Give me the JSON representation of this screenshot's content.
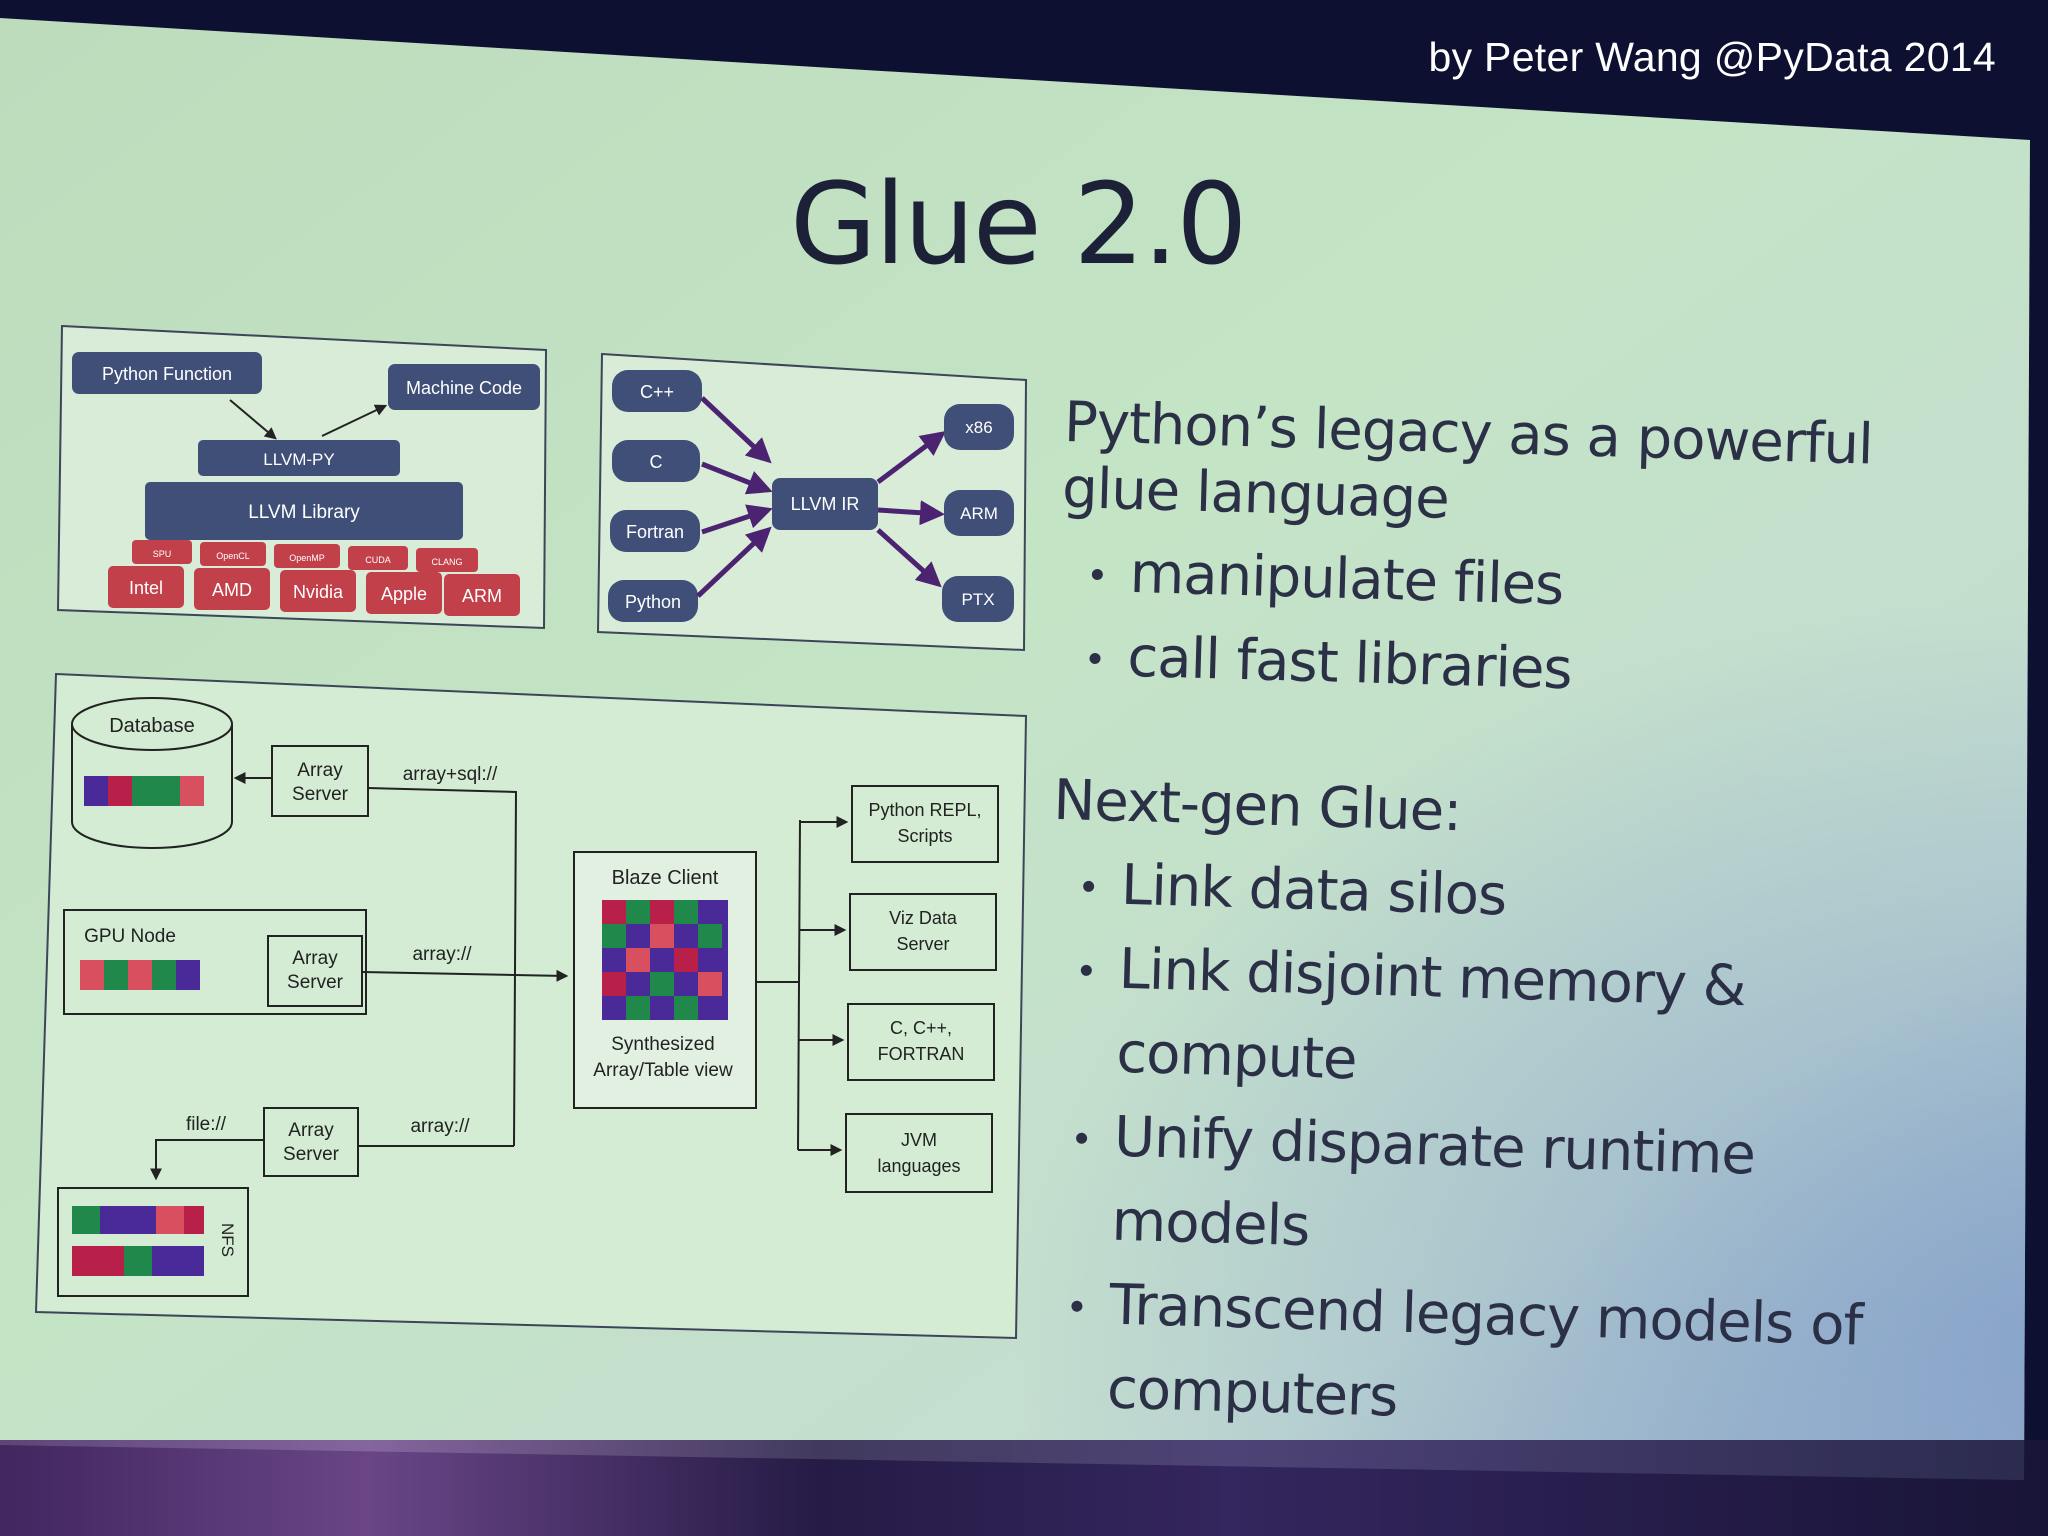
{
  "watermark": "by Peter Wang @PyData 2014",
  "slide": {
    "title": "Glue 2.0",
    "section1": {
      "heading": "Python’s legacy as a powerful glue language",
      "bullets": [
        "manipulate files",
        "call fast libraries"
      ]
    },
    "section2": {
      "heading": "Next-gen Glue:",
      "bullets": [
        "Link data silos",
        "Link disjoint memory & compute",
        "Unify disparate runtime models",
        "Transcend legacy models of computers"
      ]
    }
  },
  "llvmpy_diagram": {
    "python_function": "Python Function",
    "machine_code": "Machine Code",
    "llvm_py": "LLVM-PY",
    "llvm_library": "LLVM Library",
    "small_boxes": [
      "SPU",
      "OpenCL",
      "OpenMP",
      "CUDA",
      "CLANG"
    ],
    "vendors": [
      "Intel",
      "AMD",
      "Nvidia",
      "Apple",
      "ARM"
    ]
  },
  "llvm_ir_diagram": {
    "inputs": [
      "C++",
      "C",
      "Fortran",
      "Python"
    ],
    "center": "LLVM IR",
    "outputs": [
      "x86",
      "ARM",
      "PTX"
    ]
  },
  "blaze_diagram": {
    "database": "Database",
    "array_server": "Array Server",
    "gpu_node": "GPU Node",
    "nfs": "NFS",
    "url_sql": "array+sql://",
    "url_array": "array://",
    "url_file": "file://",
    "blaze_client": "Blaze Client",
    "synth_view": "Synthesized Array/Table view",
    "targets": [
      "Python REPL, Scripts",
      "Viz Data Server",
      "C, C++, FORTRAN",
      "JVM languages"
    ]
  },
  "colors": {
    "slide_bg": "#c2e2c2",
    "navy_box": "#3f4f78",
    "red_box": "#c2404a",
    "arrow_purple": "#4b2370",
    "text_dark": "#1c2138"
  }
}
